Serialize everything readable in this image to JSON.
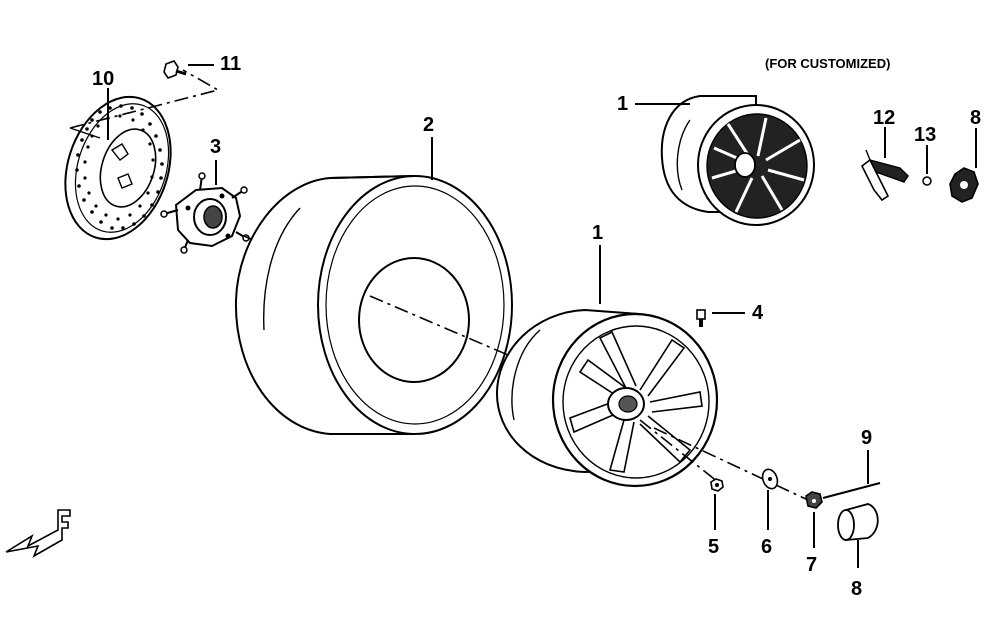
{
  "note": "(FOR CUSTOMIZED)",
  "callouts": {
    "c1_top": "1",
    "c1_main": "1",
    "c2": "2",
    "c3": "3",
    "c4": "4",
    "c5": "5",
    "c6": "6",
    "c7": "7",
    "c8_top": "8",
    "c8_bottom": "8",
    "c9": "9",
    "c10": "10",
    "c11": "11",
    "c12": "12",
    "c13": "13"
  },
  "icons": {
    "direction": "front-arrow-icon"
  }
}
